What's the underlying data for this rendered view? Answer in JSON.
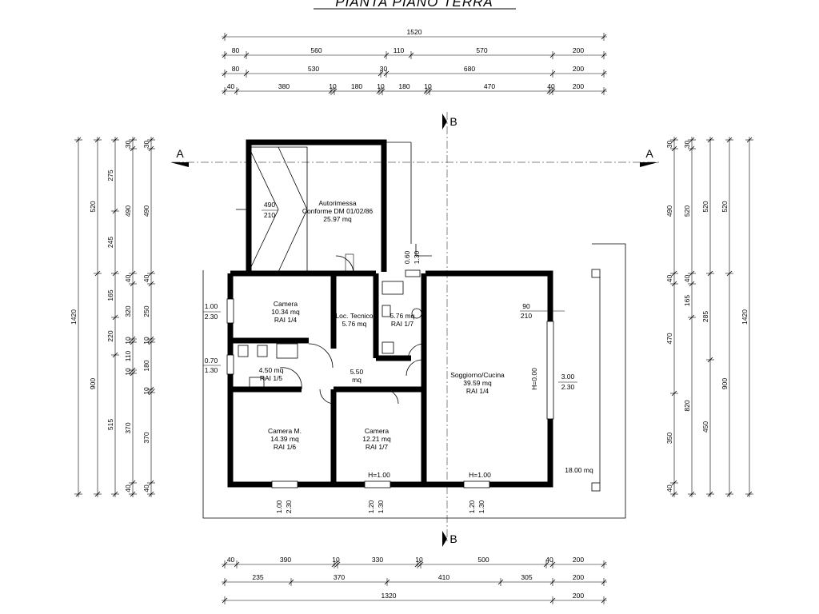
{
  "title": "PIANTA PIANO TERRA",
  "dimensions": {
    "top_row1": [
      "1520"
    ],
    "top_row2": [
      "80",
      "560",
      "110",
      "570",
      "200"
    ],
    "top_row3": [
      "80",
      "530",
      "30",
      "680",
      "200"
    ],
    "top_row4": [
      "40",
      "380",
      "10",
      "180",
      "10",
      "180",
      "10",
      "470",
      "40",
      "200"
    ],
    "bottom_row1": [
      "40",
      "390",
      "10",
      "330",
      "10",
      "500",
      "40",
      "200"
    ],
    "bottom_row2": [
      "235",
      "370",
      "410",
      "305",
      "200"
    ],
    "bottom_row3": [
      "1320",
      "200"
    ],
    "left_outer": [
      "1420"
    ],
    "left_2": [
      "520",
      "900"
    ],
    "left_3": [
      "275",
      "245",
      "165",
      "220",
      "515"
    ],
    "left_4": [
      "30",
      "490",
      "40",
      "320",
      "10",
      "110",
      "10",
      "370",
      "40"
    ],
    "left_5": [
      "30",
      "490",
      "40",
      "250",
      "10",
      "180",
      "10",
      "370",
      "40"
    ],
    "right_1": [
      "30",
      "490",
      "40",
      "470",
      "350",
      "40"
    ],
    "right_2": [
      "30",
      "520",
      "40",
      "165",
      "820"
    ],
    "right_3": [
      "520",
      "285",
      "450"
    ],
    "right_4": [
      "520",
      "900"
    ],
    "right_5": [
      "1420"
    ]
  },
  "rooms": [
    {
      "name": "Autorimessa",
      "line2": "Conforme DM 01/02/86",
      "area": "25.97 mq"
    },
    {
      "name": "Camera",
      "area": "10.34 mq",
      "rai": "RAI 1/4"
    },
    {
      "name": "Loc. Tecnico",
      "area": "5.76 mq"
    },
    {
      "area": "5.76 mq",
      "rai": "RAI 1/7"
    },
    {
      "area": "4.50 mq",
      "rai": "RAI 1/5"
    },
    {
      "area": "5.50",
      "unit": "mq"
    },
    {
      "name": "Soggiorno/Cucina",
      "area": "39.59 mq",
      "rai": "RAI 1/4"
    },
    {
      "name": "Camera M.",
      "area": "14.39 mq",
      "rai": "RAI 1/6"
    },
    {
      "name": "Camera",
      "area": "12.21 mq",
      "rai": "RAI 1/7"
    }
  ],
  "openings": {
    "garage_door": [
      "490",
      "210"
    ],
    "camera_window": [
      "1.00",
      "2.30"
    ],
    "bath_window": [
      "0.70",
      "1.30"
    ],
    "kitchen_small": [
      "0.60",
      "1.30"
    ],
    "living_door": [
      "90",
      "210"
    ],
    "living_window": [
      "3.00",
      "2.30"
    ],
    "living_h": "H=0.00",
    "bottom_w1": [
      "1.00",
      "2.30"
    ],
    "bottom_w2": [
      "1.20",
      "1.30"
    ],
    "bottom_w3": [
      "1.20",
      "1.30"
    ],
    "h1": "H=1.00",
    "h2": "H=1.00"
  },
  "porch_area": "18.00 mq",
  "sections": {
    "a": "A",
    "b": "B"
  }
}
